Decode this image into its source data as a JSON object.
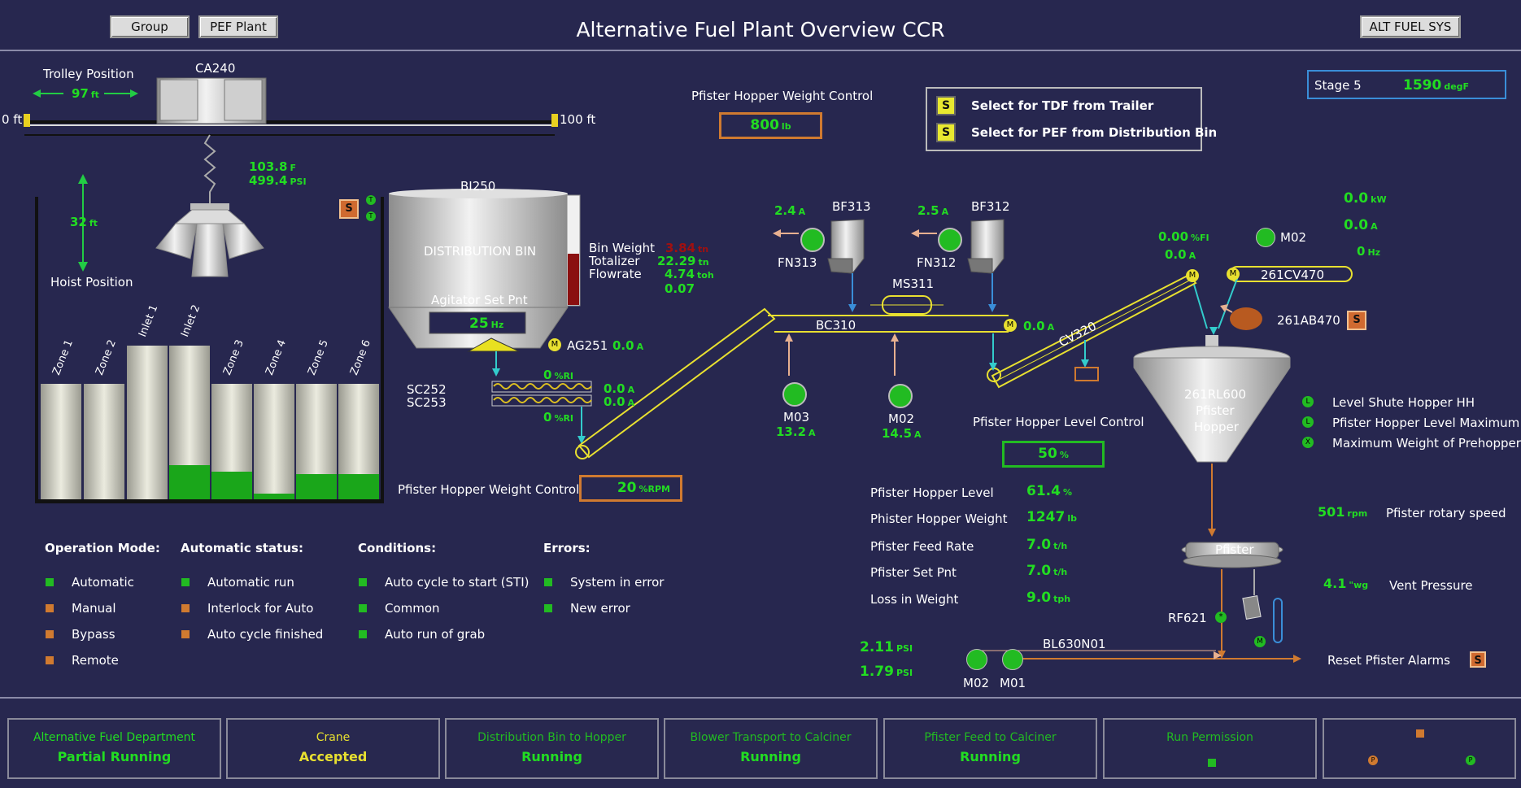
{
  "header": {
    "group_btn": "Group",
    "pef_btn": "PEF Plant",
    "title": "Alternative Fuel Plant Overview CCR",
    "alt_btn": "ALT FUEL SYS"
  },
  "stage": {
    "label": "Stage 5",
    "value": "1590",
    "unit": "degF"
  },
  "crane": {
    "trolley_label": "Trolley Position",
    "trolley_value": "97",
    "trolley_unit": "ft",
    "name": "CA240",
    "left_end": "0 ft",
    "right_end": "100 ft",
    "temp": "103.8",
    "temp_unit": "F",
    "pressure": "499.4",
    "pressure_unit": "PSI",
    "hoist_value": "32",
    "hoist_unit": "ft",
    "hoist_label": "Hoist Position",
    "s_btn": "S"
  },
  "zones": [
    {
      "label": "Zone 1",
      "fill": 0
    },
    {
      "label": "Zone 2",
      "fill": 0
    },
    {
      "label": "Inlet 1",
      "fill": 0
    },
    {
      "label": "Inlet 2",
      "fill": 0.22
    },
    {
      "label": "Zone 3",
      "fill": 0.24
    },
    {
      "label": "Zone 4",
      "fill": 0.05
    },
    {
      "label": "Zone 5",
      "fill": 0.22
    },
    {
      "label": "Zone 6",
      "fill": 0.22
    }
  ],
  "bin": {
    "name": "BI250",
    "label": "DISTRIBUTION BIN",
    "agitator_label": "Agitator Set Pnt",
    "agitator_value": "25",
    "agitator_unit": "Hz",
    "weight_label": "Bin Weight",
    "weight_value": "3.84",
    "weight_unit": "tn",
    "totalizer_label": "Totalizer",
    "totalizer_value": "22.29",
    "totalizer_unit": "tn",
    "flowrate_label": "Flowrate",
    "flowrate_value": "4.74",
    "flowrate_unit": "toh",
    "extra_value": "0.07",
    "ag_name": "AG251",
    "ag_value": "0.0",
    "ag_unit": "A"
  },
  "screws": {
    "names": "SC252",
    "names2": "SC253",
    "r1": "0",
    "r1u": "%RI",
    "a1": "0.0",
    "a1u": "A",
    "a2": "0.0",
    "a2u": "A",
    "r2": "0",
    "r2u": "%RI"
  },
  "weight_ctrl_top": {
    "label": "Pfister Hopper Weight Control",
    "value": "800",
    "unit": "lb"
  },
  "weight_ctrl_bottom": {
    "label": "Pfister Hopper Weight Control",
    "value": "20",
    "unit": "%RPM"
  },
  "select": {
    "btn": "S",
    "tdf": "Select for TDF from Trailer",
    "pef": "Select for PEF from Distribution Bin"
  },
  "blowers": {
    "bf313": "BF313",
    "bf313_val": "2.4",
    "bf313_unit": "A",
    "fn313": "FN313",
    "bf312": "BF312",
    "bf312_val": "2.5",
    "bf312_unit": "A",
    "fn312": "FN312"
  },
  "conveyors": {
    "ms311": "MS311",
    "bc310": "BC310",
    "bc_a": "0.0",
    "bc_unit": "A",
    "cv320": "CV320",
    "cv470": "261CV470",
    "m03": "M03",
    "m03_val": "13.2",
    "m03_unit": "A",
    "m02": "M02",
    "m02_val": "14.5",
    "m02_unit": "A",
    "fi_val": "0.00",
    "fi_unit": "%FI",
    "fi_a": "0.0",
    "fi_a_unit": "A"
  },
  "right_top": {
    "kw": "0.0",
    "kw_unit": "kW",
    "a": "0.0",
    "a_unit": "A",
    "hz": "0",
    "hz_unit": "Hz",
    "m02": "M02",
    "ab470": "261AB470",
    "s_btn": "S"
  },
  "hopper": {
    "name": "261RL600",
    "line2": "Pfister",
    "line3": "Hopper",
    "level_ctrl_label": "Pfister Hopper Level Control",
    "level_ctrl_value": "50",
    "level_ctrl_unit": "%"
  },
  "legend": [
    {
      "sym": "L",
      "label": "Level Shute Hopper HH"
    },
    {
      "sym": "L",
      "label": "Pfister Hopper Level Maximum"
    },
    {
      "sym": "X",
      "label": "Maximum Weight of Prehopper"
    }
  ],
  "metrics": [
    {
      "label": "Pfister Hopper Level",
      "value": "61.4",
      "unit": "%"
    },
    {
      "label": "Phister Hopper Weight",
      "value": "1247",
      "unit": "lb"
    },
    {
      "label": "Pfister Feed Rate",
      "value": "7.0",
      "unit": "t/h"
    },
    {
      "label": "Pfister Set Pnt",
      "value": "7.0",
      "unit": "t/h"
    },
    {
      "label": "Loss in Weight",
      "value": "9.0",
      "unit": "tph"
    }
  ],
  "pfister": {
    "name": "Pfister",
    "rpm": "501",
    "rpm_unit": "rpm",
    "rpm_label": "Pfister rotary speed",
    "vent": "4.1",
    "vent_unit": "\"wg",
    "vent_label": "Vent Pressure",
    "rf621": "RF621",
    "reset_label": "Reset Pfister Alarms",
    "s_btn": "S"
  },
  "blower_line": {
    "psi1": "2.11",
    "psi1_unit": "PSI",
    "psi2": "1.79",
    "psi2_unit": "PSI",
    "bl": "BL630N01",
    "m02": "M02",
    "m01": "M01"
  },
  "modes": {
    "op_title": "Operation Mode:",
    "op": [
      {
        "c": "gr",
        "t": "Automatic"
      },
      {
        "c": "or",
        "t": "Manual"
      },
      {
        "c": "or",
        "t": "Bypass"
      },
      {
        "c": "or",
        "t": "Remote"
      }
    ],
    "auto_title": "Automatic status:",
    "auto": [
      {
        "c": "gr",
        "t": "Automatic run"
      },
      {
        "c": "or",
        "t": "Interlock for Auto"
      },
      {
        "c": "or",
        "t": "Auto cycle finished"
      }
    ],
    "cond_title": "Conditions:",
    "cond": [
      {
        "c": "gr",
        "t": "Auto cycle to start (STI)"
      },
      {
        "c": "gr",
        "t": "Common"
      },
      {
        "c": "gr",
        "t": "Auto run of grab"
      }
    ],
    "err_title": "Errors:",
    "err": [
      {
        "c": "gr",
        "t": "System in error"
      },
      {
        "c": "gr",
        "t": "New error"
      }
    ]
  },
  "status": [
    {
      "title": "Alternative Fuel Department",
      "value": "Partial Running"
    },
    {
      "title": "Crane",
      "value": "Accepted"
    },
    {
      "title": "Distribution Bin to Hopper",
      "value": "Running"
    },
    {
      "title": "Blower Transport to Calciner",
      "value": "Running"
    },
    {
      "title": "Pfister Feed to Calciner",
      "value": "Running"
    },
    {
      "title": "Run Permission",
      "value": ""
    }
  ],
  "colors": {
    "bg": "#27274f",
    "green": "#22dd22",
    "orange": "#d07a30",
    "yellow": "#e8e830"
  }
}
